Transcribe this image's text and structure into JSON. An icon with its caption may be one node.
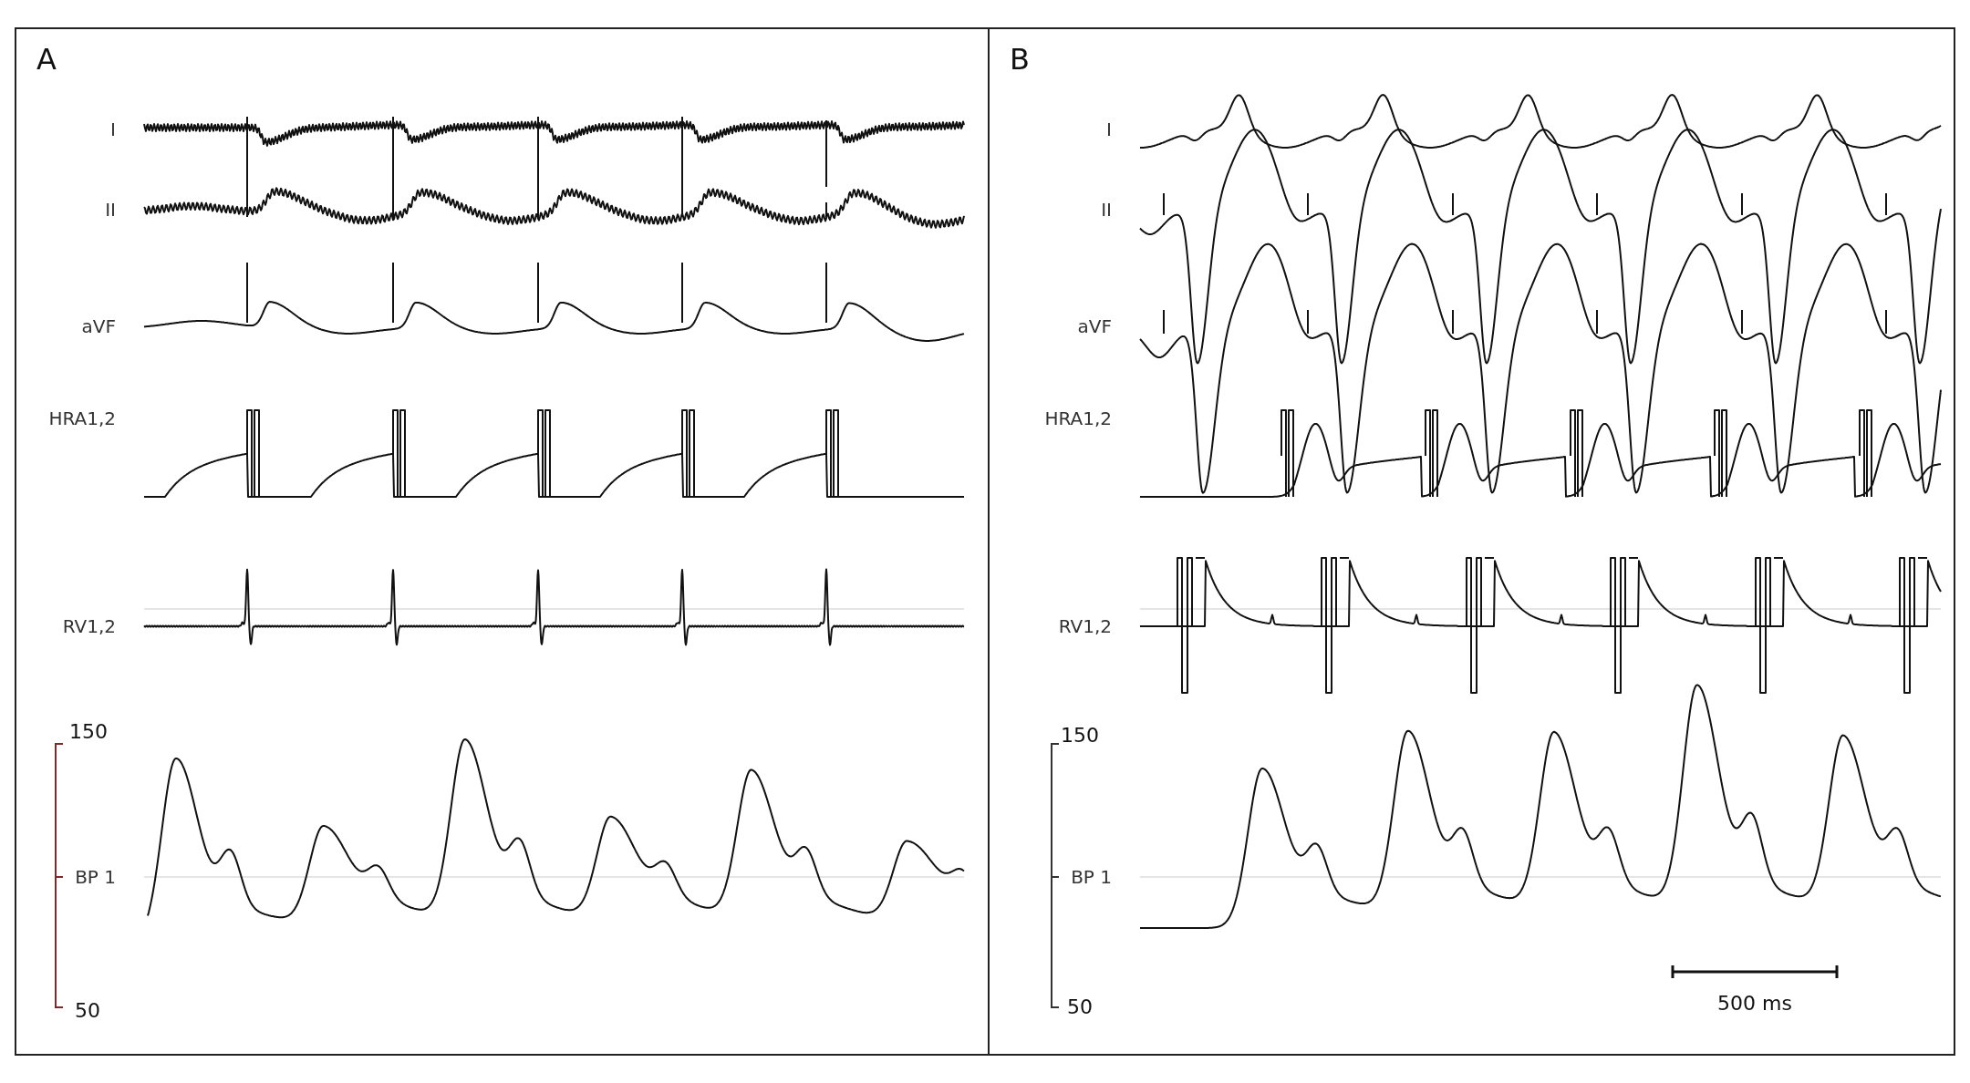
{
  "diagram": {
    "nodes": [
      {
        "text": [
          "A"
        ]
      },
      {
        "text": [
          "B"
        ]
      }
    ],
    "labels": [
      "I",
      "II",
      "aVF",
      "HRA1,2",
      "RV1,2",
      "150",
      "BP 1",
      "50",
      "I",
      "II",
      "aVF",
      "HRA1,2",
      "RV1,2",
      "150",
      "BP 1",
      "50",
      "500 ms"
    ]
  }
}
